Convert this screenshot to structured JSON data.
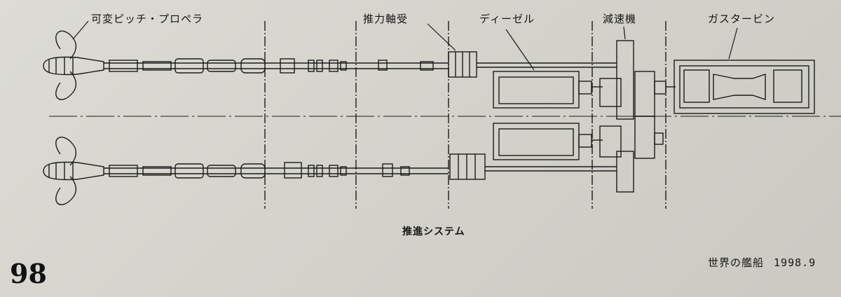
{
  "figure": {
    "labels": {
      "propeller": "可変ピッチ・プロペラ",
      "thrust_bearing": "推力軸受",
      "diesel": "ディーゼル",
      "reduction_gear": "減速機",
      "gas_turbine": "ガスタービン"
    },
    "caption": "推進システム"
  },
  "page": {
    "number": "98",
    "publication": "世界の艦船",
    "date": "1998.9"
  }
}
